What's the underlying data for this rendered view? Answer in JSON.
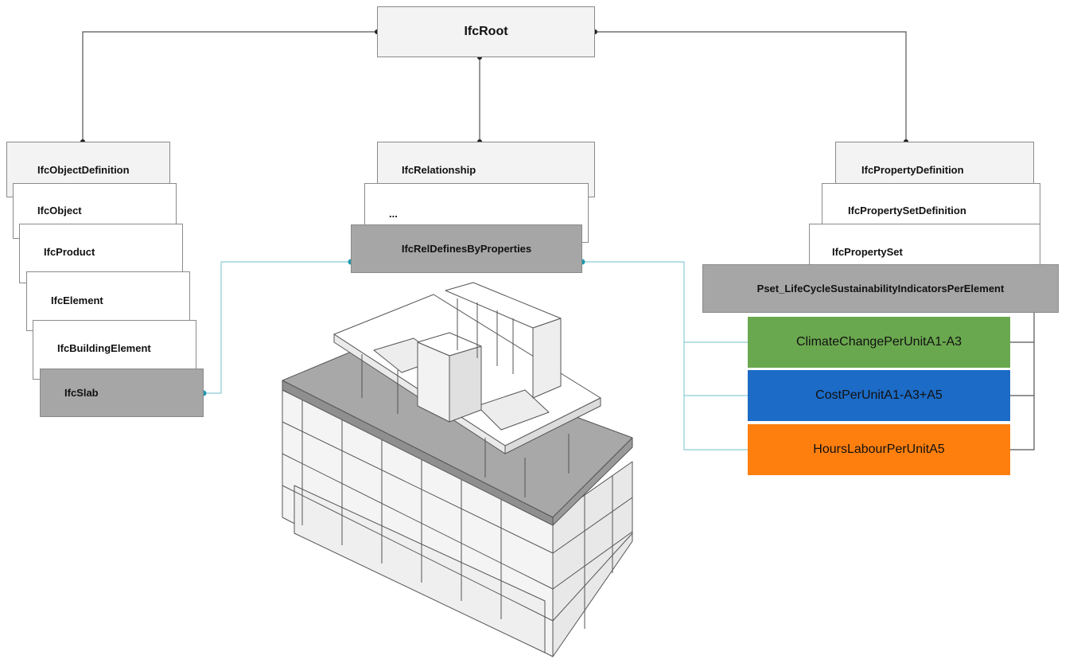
{
  "root": {
    "label": "IfcRoot"
  },
  "left_stack": [
    {
      "label": "IfcObjectDefinition"
    },
    {
      "label": "IfcObject"
    },
    {
      "label": "IfcProduct"
    },
    {
      "label": "IfcElement"
    },
    {
      "label": "IfcBuildingElement"
    },
    {
      "label": "IfcSlab"
    }
  ],
  "middle_stack": [
    {
      "label": "IfcRelationship"
    },
    {
      "label": "..."
    },
    {
      "label": "IfcRelDefinesByProperties"
    }
  ],
  "right_stack": [
    {
      "label": "IfcPropertyDefinition"
    },
    {
      "label": "IfcPropertySetDefinition"
    },
    {
      "label": "IfcPropertySet"
    },
    {
      "label": "Pset_LifeCycleSustainabilityIndicatorsPerElement"
    }
  ],
  "properties": [
    {
      "label": "ClimateChangePerUnitA1-A3",
      "color": "#6aa84f"
    },
    {
      "label": "CostPerUnitA1-A3+A5",
      "color": "#1c6bc6"
    },
    {
      "label": "HoursLabourPerUnitA5",
      "color": "#ff7f0e"
    }
  ],
  "colors": {
    "connector": "#555555",
    "link": "#7fc4cf",
    "link_dot": "#1d9bb0",
    "highlight_box": "#a6a6a6",
    "slab_fill": "#a8a8a8"
  }
}
